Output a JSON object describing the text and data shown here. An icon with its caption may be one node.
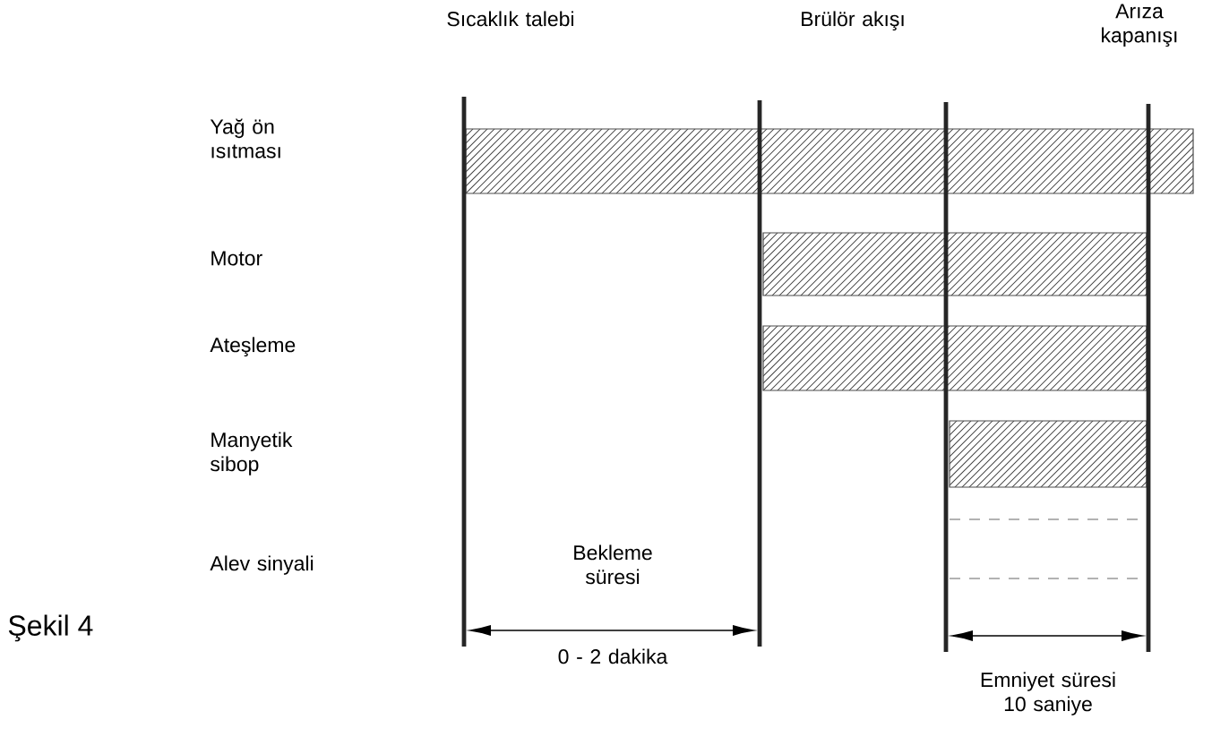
{
  "diagram": {
    "caption": "Şekil 4",
    "nodes": [
      {
        "text": [],
        "shape": "bar"
      },
      {
        "text": [],
        "shape": "bar"
      },
      {
        "text": [],
        "shape": "bar"
      },
      {
        "text": [],
        "shape": "bar"
      }
    ],
    "labels": [
      "Sıcaklık talebi",
      "Brülör akışı",
      "Arıza kapanışı",
      "Yağ ön ısıtması",
      "Motor",
      "Ateşleme",
      "Manyetik sibop",
      "Alev sinyali",
      "Bekleme süresi",
      "0 - 2 dakika",
      "Emniyet süresi 10 saniye"
    ]
  }
}
